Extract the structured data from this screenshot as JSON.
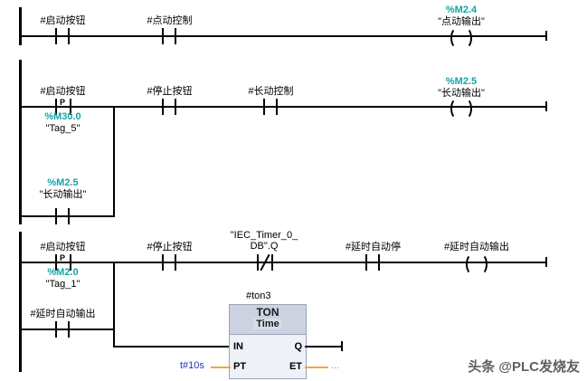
{
  "editor": {
    "type": "ladder-logic-lad",
    "watermark": "头条 @PLC发烧友",
    "colors": {
      "address_teal": "#12a5a5",
      "wire_black": "#000000",
      "analog_orange": "#f0a93c",
      "constant_blue": "#2430c0",
      "block_header": "#ccd2e0",
      "block_body": "#eef1f7"
    }
  },
  "rungs": [
    {
      "id": "rung-1",
      "elements": {
        "contact_1": {
          "symbol": "#启动按钮",
          "type": "NO"
        },
        "contact_2": {
          "symbol": "#点动控制",
          "type": "NO"
        },
        "coil": {
          "address": "%M2.4",
          "symbol": "\"点动输出\"",
          "type": "coil"
        }
      }
    },
    {
      "id": "rung-2",
      "elements": {
        "contact_1": {
          "symbol": "#启动按钮",
          "type": "P",
          "pchar": "P",
          "address": "%M30.0",
          "address_symbol": "\"Tag_5\""
        },
        "branch_contact": {
          "address": "%M2.5",
          "symbol": "\"长动输出\"",
          "type": "NO"
        },
        "contact_2": {
          "symbol": "#停止按钮",
          "type": "NO"
        },
        "contact_3": {
          "symbol": "#长动控制",
          "type": "NO"
        },
        "coil": {
          "address": "%M2.5",
          "symbol": "\"长动输出\"",
          "type": "coil"
        }
      }
    },
    {
      "id": "rung-3",
      "elements": {
        "contact_1": {
          "symbol": "#启动按钮",
          "type": "P",
          "pchar": "P",
          "address": "%M2.0",
          "address_symbol": "\"Tag_1\""
        },
        "branch_contact": {
          "symbol": "#延时自动输出",
          "type": "NO"
        },
        "contact_2": {
          "symbol": "#停止按钮",
          "type": "NO"
        },
        "contact_3": {
          "symbol_line1": "\"IEC_Timer_0_",
          "symbol_line2": "DB\".Q",
          "type": "NC"
        },
        "contact_4": {
          "symbol": "#延时自动停",
          "type": "NO"
        },
        "coil": {
          "symbol": "#延时自动输出",
          "type": "coil"
        },
        "timer": {
          "instance": "#ton3",
          "title": "TON",
          "subtitle": "Time",
          "pin_in": "IN",
          "pin_pt": "PT",
          "pin_q": "Q",
          "pin_et": "ET",
          "pt_value": "t#10s",
          "et_value": "..."
        }
      }
    }
  ]
}
